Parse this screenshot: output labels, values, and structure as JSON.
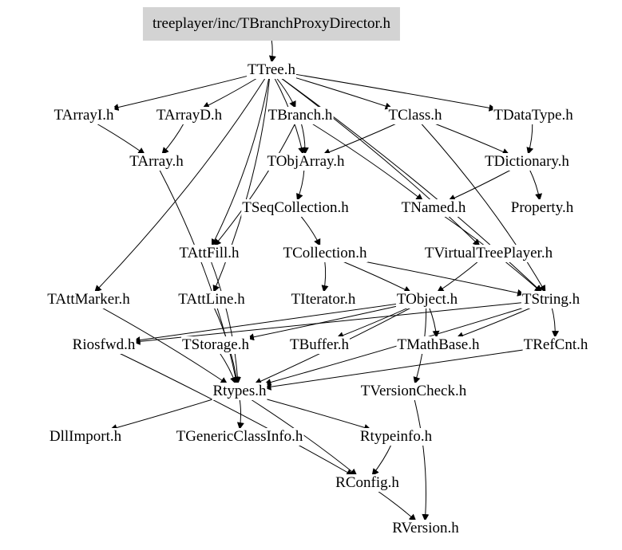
{
  "root": "treeplayer/inc/TBranchProxyDirector.h",
  "nodes": {
    "TTree": "TTree.h",
    "TArrayI": "TArrayI.h",
    "TArrayD": "TArrayD.h",
    "TBranch": "TBranch.h",
    "TClass": "TClass.h",
    "TDataType": "TDataType.h",
    "TArray": "TArray.h",
    "TObjArray": "TObjArray.h",
    "TDictionary": "TDictionary.h",
    "TSeqCollection": "TSeqCollection.h",
    "TNamed": "TNamed.h",
    "Property": "Property.h",
    "TAttFill": "TAttFill.h",
    "TCollection": "TCollection.h",
    "TVirtualTreePlayer": "TVirtualTreePlayer.h",
    "TAttMarker": "TAttMarker.h",
    "TAttLine": "TAttLine.h",
    "TIterator": "TIterator.h",
    "TObject": "TObject.h",
    "TString": "TString.h",
    "Riosfwd": "Riosfwd.h",
    "TStorage": "TStorage.h",
    "TBuffer": "TBuffer.h",
    "TMathBase": "TMathBase.h",
    "TRefCnt": "TRefCnt.h",
    "Rtypes": "Rtypes.h",
    "TVersionCheck": "TVersionCheck.h",
    "DllImport": "DllImport.h",
    "TGenericClassInfo": "TGenericClassInfo.h",
    "Rtypeinfo": "Rtypeinfo.h",
    "RConfig": "RConfig.h",
    "RVersion": "RVersion.h"
  },
  "edges": [
    [
      "root",
      "TTree"
    ],
    [
      "TTree",
      "TArrayI"
    ],
    [
      "TTree",
      "TArrayD"
    ],
    [
      "TTree",
      "TBranch"
    ],
    [
      "TTree",
      "TClass"
    ],
    [
      "TTree",
      "TDataType"
    ],
    [
      "TTree",
      "TAttMarker"
    ],
    [
      "TTree",
      "TAttFill"
    ],
    [
      "TTree",
      "TAttLine"
    ],
    [
      "TTree",
      "TVirtualTreePlayer"
    ],
    [
      "TTree",
      "TObjArray"
    ],
    [
      "TTree",
      "TString"
    ],
    [
      "TArrayI",
      "TArray"
    ],
    [
      "TArrayD",
      "TArray"
    ],
    [
      "TArray",
      "Rtypes"
    ],
    [
      "TBranch",
      "TObjArray"
    ],
    [
      "TBranch",
      "TNamed"
    ],
    [
      "TBranch",
      "TAttFill"
    ],
    [
      "TClass",
      "TDictionary"
    ],
    [
      "TClass",
      "TObjArray"
    ],
    [
      "TClass",
      "TString"
    ],
    [
      "TDataType",
      "TDictionary"
    ],
    [
      "TDictionary",
      "TNamed"
    ],
    [
      "TDictionary",
      "Property"
    ],
    [
      "TObjArray",
      "TSeqCollection"
    ],
    [
      "TSeqCollection",
      "TCollection"
    ],
    [
      "TCollection",
      "TIterator"
    ],
    [
      "TCollection",
      "TObject"
    ],
    [
      "TCollection",
      "TString"
    ],
    [
      "TVirtualTreePlayer",
      "TObject"
    ],
    [
      "TAttFill",
      "Rtypes"
    ],
    [
      "TAttLine",
      "Rtypes"
    ],
    [
      "TAttMarker",
      "Rtypes"
    ],
    [
      "TNamed",
      "TString"
    ],
    [
      "TObject",
      "Riosfwd"
    ],
    [
      "TObject",
      "TStorage"
    ],
    [
      "TObject",
      "TBuffer"
    ],
    [
      "TObject",
      "TMathBase"
    ],
    [
      "TObject",
      "Rtypes"
    ],
    [
      "TObject",
      "TVersionCheck"
    ],
    [
      "TString",
      "TRefCnt"
    ],
    [
      "TString",
      "TMathBase"
    ],
    [
      "TString",
      "Rtypes"
    ],
    [
      "TString",
      "Riosfwd"
    ],
    [
      "TStorage",
      "Rtypes"
    ],
    [
      "TRefCnt",
      "Rtypes"
    ],
    [
      "Riosfwd",
      "RConfig"
    ],
    [
      "Rtypes",
      "DllImport"
    ],
    [
      "Rtypes",
      "TGenericClassInfo"
    ],
    [
      "Rtypes",
      "Rtypeinfo"
    ],
    [
      "Rtypes",
      "RConfig"
    ],
    [
      "Rtypeinfo",
      "RConfig"
    ],
    [
      "TVersionCheck",
      "RVersion"
    ],
    [
      "RConfig",
      "RVersion"
    ]
  ]
}
